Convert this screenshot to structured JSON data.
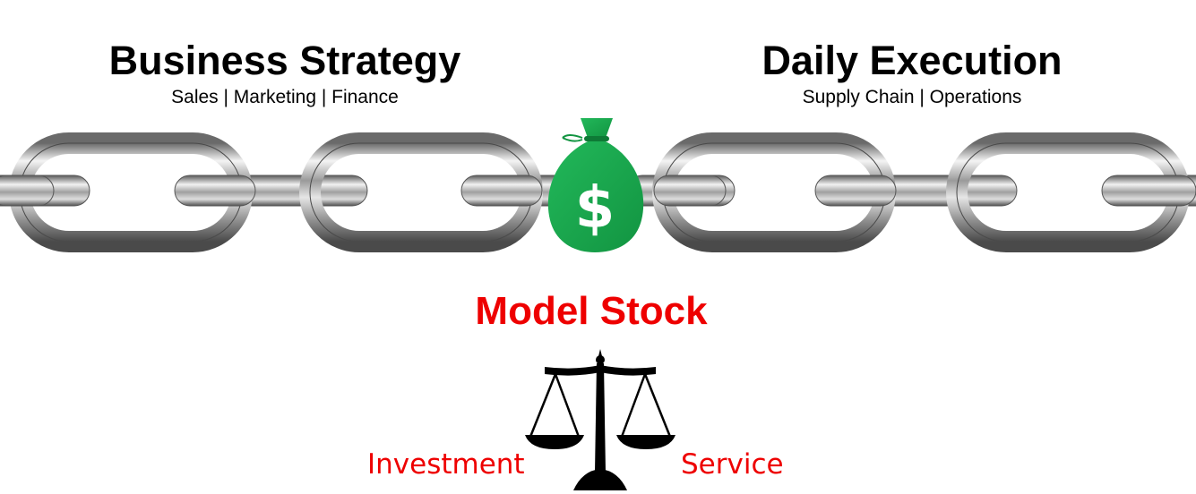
{
  "left_heading": {
    "title": "Business Strategy",
    "subtitle": "Sales | Marketing | Finance"
  },
  "right_heading": {
    "title": "Daily Execution",
    "subtitle": "Supply Chain | Operations"
  },
  "center": {
    "title": "Model Stock",
    "balance_left": "Investment",
    "balance_right": "Service"
  },
  "money_bag": {
    "symbol": "$",
    "icon": "money-bag-icon"
  },
  "colors": {
    "accent_red": "#ee0000",
    "bag_green": "#1aaa4e",
    "chain_steel": "#b8b8b8",
    "scale_black": "#000000"
  }
}
